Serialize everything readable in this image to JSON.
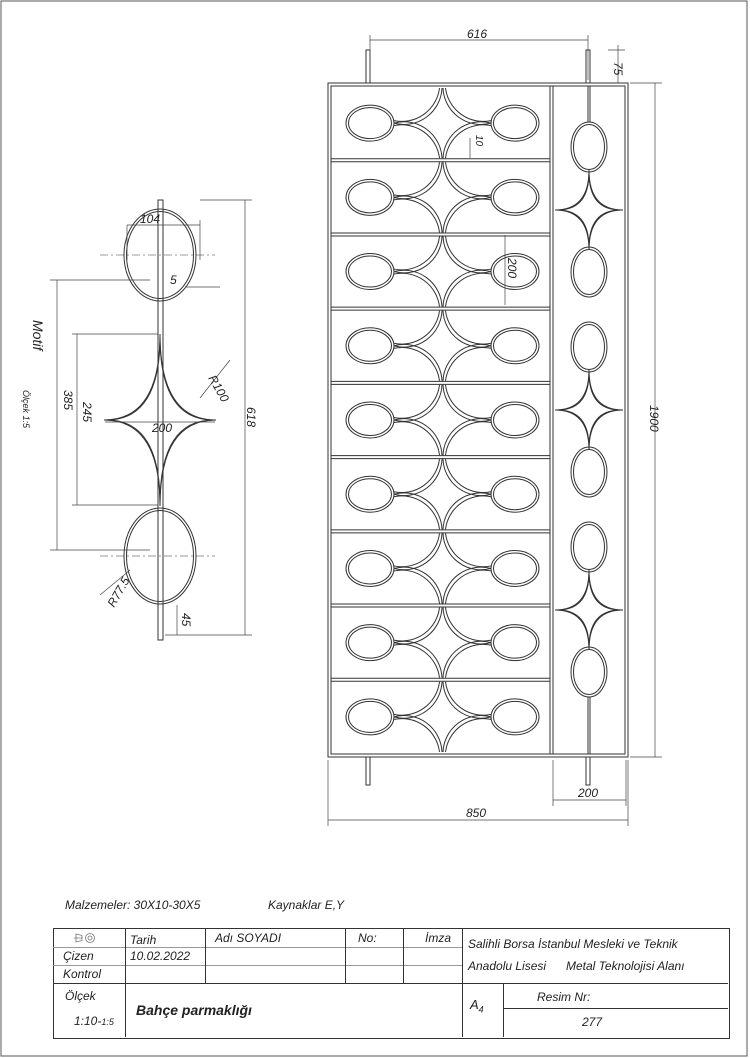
{
  "materials": "Malzemeler: 30X10-30X5",
  "welds": "Kaynaklar E,Y",
  "motif": {
    "title": "Motif",
    "scale": "Ölçek 1:5",
    "dims": {
      "width_top": "104",
      "thickness": "5",
      "radius_star": "R100",
      "star_height": "245",
      "ellipse_pitch": "385",
      "star_width": "200",
      "total_height": "618",
      "radius_ellipse": "R77.5",
      "end_length": "45"
    }
  },
  "panel": {
    "dims": {
      "post_spacing": "616",
      "post_top": "75",
      "gap": "10",
      "row_height": "200",
      "total_height": "1900",
      "total_width": "850",
      "side_width": "200"
    }
  },
  "title_block": {
    "projection_symbol": "projection-icon",
    "col_date": "Tarih",
    "col_name": "Adı SOYADI",
    "col_no": "No:",
    "col_sign": "İmza",
    "row_drawn": "Çizen",
    "row_check": "Kontrol",
    "date": "10.02.2022",
    "school_line1": "Salihli Borsa İstanbul Mesleki ve Teknik",
    "school_line2": "Anadolu Lisesi",
    "department": "Metal Teknolojisi Alanı",
    "scale_label": "Ölçek",
    "scale_value": "1:10-",
    "scale_value_small": "1:5",
    "drawing_title": "Bahçe parmaklığı",
    "paper": "A",
    "paper_sub": "4",
    "drawing_no_label": "Resim Nr:",
    "drawing_no": "277"
  }
}
